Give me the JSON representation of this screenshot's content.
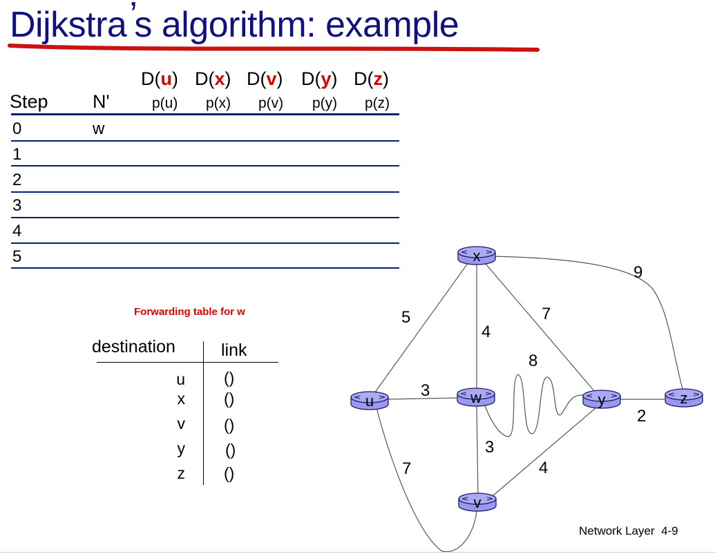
{
  "slide": {
    "title_part1": "Dijkstra",
    "title_apos": "’",
    "title_part2": "s algorithm: example",
    "footer_label": "Network Layer",
    "footer_page": "4-9"
  },
  "table": {
    "step_header": "Step",
    "n_header": "N'",
    "columns": [
      {
        "d_prefix": "D(",
        "node": "u",
        "d_suffix": ")",
        "p": "p(u)"
      },
      {
        "d_prefix": "D(",
        "node": "x",
        "d_suffix": ")",
        "p": "p(x)"
      },
      {
        "d_prefix": "D(",
        "node": "v",
        "d_suffix": ")",
        "p": "p(v)"
      },
      {
        "d_prefix": "D(",
        "node": "y",
        "d_suffix": ")",
        "p": "p(y)"
      },
      {
        "d_prefix": "D(",
        "node": "z",
        "d_suffix": ")",
        "p": "p(z)"
      }
    ],
    "rows": [
      {
        "step": "0",
        "n": "w"
      },
      {
        "step": "1",
        "n": ""
      },
      {
        "step": "2",
        "n": ""
      },
      {
        "step": "3",
        "n": ""
      },
      {
        "step": "4",
        "n": ""
      },
      {
        "step": "5",
        "n": ""
      }
    ]
  },
  "forwarding": {
    "title": "Forwarding table for w",
    "dest_header": "destination",
    "link_header": "link",
    "rows": [
      {
        "dest": "u",
        "link": "()"
      },
      {
        "dest": "x",
        "link": "()"
      },
      {
        "dest": "v",
        "link": "()"
      },
      {
        "dest": "y",
        "link": "()"
      },
      {
        "dest": "z",
        "link": "()"
      }
    ]
  },
  "graph": {
    "nodes": [
      {
        "id": "x",
        "label": "x"
      },
      {
        "id": "u",
        "label": "u"
      },
      {
        "id": "w",
        "label": "w"
      },
      {
        "id": "y",
        "label": "y"
      },
      {
        "id": "z",
        "label": "z"
      },
      {
        "id": "v",
        "label": "v"
      }
    ],
    "edges": [
      {
        "from": "u",
        "to": "x",
        "cost": "5"
      },
      {
        "from": "x",
        "to": "w",
        "cost": "4"
      },
      {
        "from": "x",
        "to": "y",
        "cost": "7"
      },
      {
        "from": "x",
        "to": "z",
        "cost": "9"
      },
      {
        "from": "u",
        "to": "w",
        "cost": "3"
      },
      {
        "from": "w",
        "to": "y",
        "cost": "8"
      },
      {
        "from": "y",
        "to": "z",
        "cost": "2"
      },
      {
        "from": "w",
        "to": "v",
        "cost": "3"
      },
      {
        "from": "y",
        "to": "v",
        "cost": "4"
      },
      {
        "from": "u",
        "to": "v",
        "cost": "7"
      }
    ],
    "node_fill": "#9999ee",
    "node_stroke": "#1a1a66"
  },
  "colors": {
    "title": "#101080",
    "title_underline": "#cc1111",
    "highlight": "#d40000",
    "table_rule": "#0c1a6e"
  }
}
